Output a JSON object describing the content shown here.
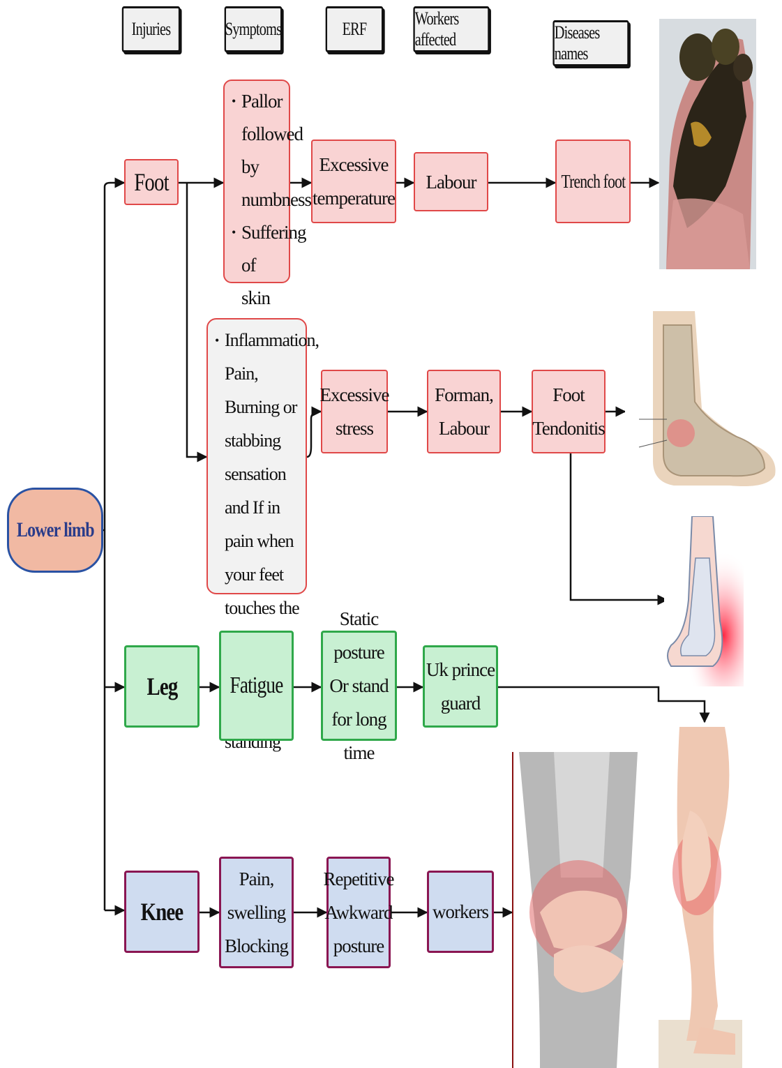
{
  "headers": {
    "injuries": "Injuries",
    "symptoms": "Symptoms",
    "erf": "ERF",
    "workers_affected": "Workers affected",
    "diseases_names": "Diseases names"
  },
  "root": {
    "label": "Lower limb"
  },
  "foot": {
    "label": "Foot",
    "row1": {
      "symptoms": [
        "Pallor followed by numbness.",
        "Suffering of skin"
      ],
      "erf": "Excessive temperature",
      "workers": "Labour",
      "disease": "Trench foot"
    },
    "row2": {
      "symptoms": [
        "Inflammation, Pain, Burning or stabbing sensation and If in pain when your feet touches the earth, whilst walking, standing"
      ],
      "erf": "Excessive stress",
      "workers": "Forman, Labour",
      "disease": "Foot Tendonitis"
    }
  },
  "leg": {
    "label": "Leg",
    "symptoms": "Fatigue",
    "erf": "Static posture Or stand for long time",
    "workers": "Uk prince guard"
  },
  "knee": {
    "label": "Knee",
    "symptoms": "Pain, swelling Blocking",
    "erf": "Repetitive Awkward posture",
    "workers": "workers"
  },
  "images": {
    "trench_foot_photo": "trench-foot-photo",
    "tendonitis_illustration_1": "foot-anatomy-illustration",
    "tendonitis_illustration_2": "heel-inflammation-illustration",
    "knee_photo": "knee-pain-photo",
    "leg_photo": "calf-pain-photo"
  },
  "colors": {
    "foot_fill": "#f9d3d3",
    "foot_border": "#e04848",
    "leg_fill": "#c8f0d2",
    "leg_border": "#2fa84a",
    "knee_fill": "#cfdcf0",
    "knee_border": "#8a1652",
    "root_fill": "#f1b9a3",
    "root_border": "#2a52a3"
  }
}
